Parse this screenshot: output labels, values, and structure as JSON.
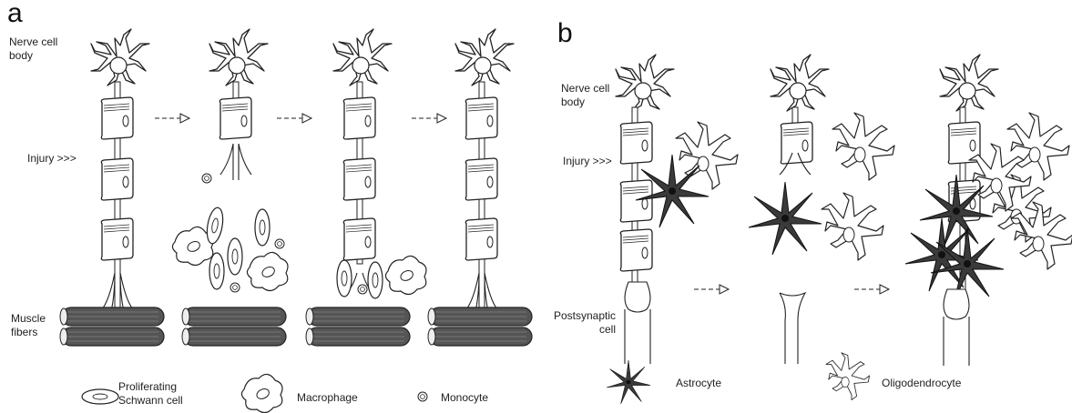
{
  "panel_a": {
    "letter": "a",
    "labels": {
      "nerve_cell_body": [
        "Nerve cell",
        "body"
      ],
      "injury": "Injury >>>",
      "muscle_fibers": [
        "Muscle",
        "fibers"
      ]
    }
  },
  "panel_b": {
    "letter": "b",
    "labels": {
      "nerve_cell_body": [
        "Nerve cell",
        "body"
      ],
      "injury": "Injury >>>",
      "postsynaptic_cell": [
        "Postsynaptic",
        "cell"
      ]
    }
  },
  "legend": {
    "schwann": [
      "Proliferating",
      "Schwann cell"
    ],
    "macrophage": "Macrophage",
    "monocyte": "Monocyte",
    "astrocyte": "Astrocyte",
    "oligodendrocyte": "Oligodendrocyte"
  },
  "colors": {
    "line": "#222222",
    "astrocyte_fill": "#3a3a3a",
    "muscle_fill": "#555555"
  }
}
